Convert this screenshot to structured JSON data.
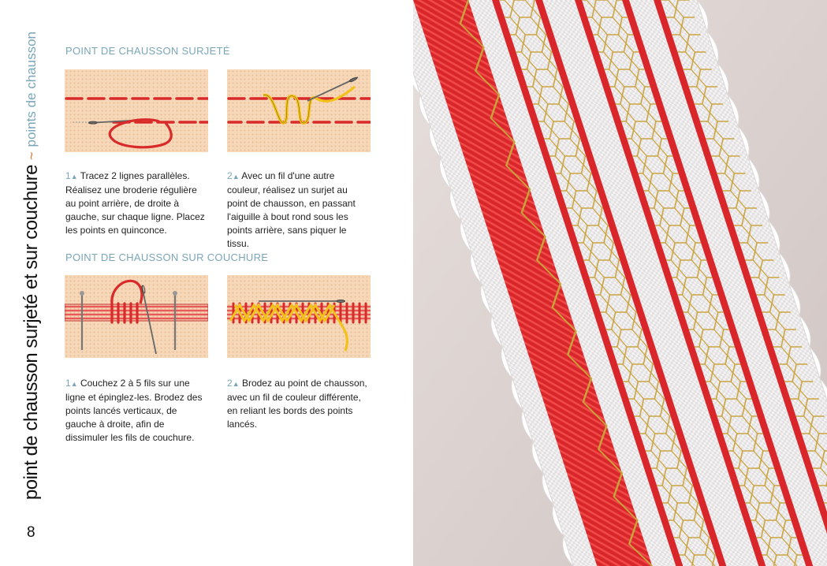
{
  "page": {
    "number": "8",
    "title": "point de chausson surjeté et sur couchure",
    "separator": "~",
    "section": "points de chausson"
  },
  "sections": [
    {
      "title": "POINT DE CHAUSSON SURJETÉ",
      "steps": [
        {
          "num": "1",
          "marker": "▲",
          "text": "Tracez 2 lignes parallèles. Réalisez une broderie régulière au point arrière, de droite à gauche, sur chaque ligne. Placez les points en quinconce."
        },
        {
          "num": "2",
          "marker": "▲",
          "text": "Avec un fil d'une autre couleur, réalisez un surjet au point de chausson, en passant l'aiguille à bout rond sous les points arrière, sans piquer le tissu."
        }
      ]
    },
    {
      "title": "POINT DE CHAUSSON SUR COUCHURE",
      "steps": [
        {
          "num": "1",
          "marker": "▲",
          "text": "Couchez 2 à 5 fils sur une ligne et épinglez-les. Brodez des points lancés verticaux, de gauche à droite, afin de dissimuler les fils de couchure."
        },
        {
          "num": "2",
          "marker": "▲",
          "text": "Brodez au point de chausson, avec un fil de couleur différente, en reliant les bords des points lancés."
        }
      ]
    }
  ],
  "colors": {
    "accent_blue": "#7aa6b8",
    "accent_orange": "#e07a30",
    "thread_red": "#d92a2a",
    "thread_gold": "#f2c21a",
    "fabric": "#f6d7b8"
  }
}
